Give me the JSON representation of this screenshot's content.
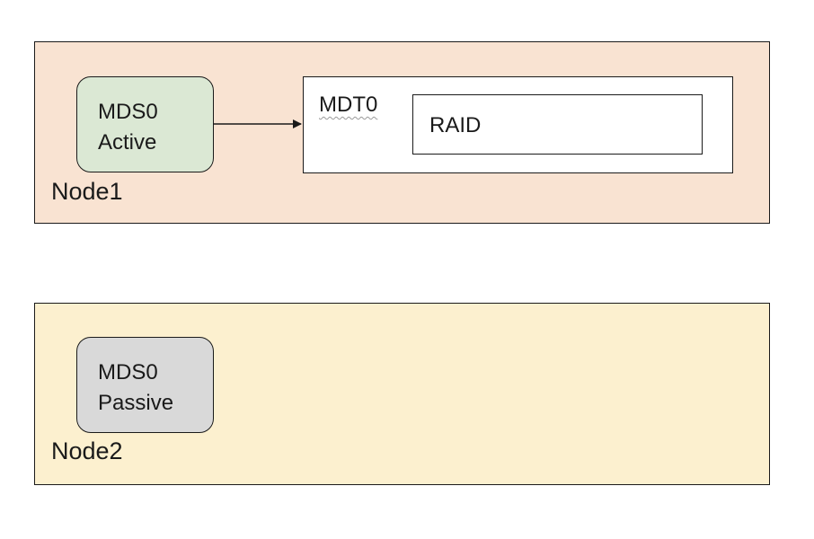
{
  "colors": {
    "node1_fill": "#f9e3d2",
    "node2_fill": "#fcf0cf",
    "mds_active_fill": "#dbe8d4",
    "mds_passive_fill": "#d9d9d9",
    "box_fill": "#ffffff",
    "stroke": "#1a1a1a"
  },
  "node1": {
    "label": "Node1",
    "mds": {
      "line1": "MDS0",
      "line2": "Active"
    },
    "mdt": {
      "label": "MDT0",
      "raid_label": "RAID"
    }
  },
  "node2": {
    "label": "Node2",
    "mds": {
      "line1": "MDS0",
      "line2": "Passive"
    }
  },
  "edges": [
    {
      "from": "MDS0 Active",
      "to": "MDT0",
      "style": "arrow"
    }
  ]
}
